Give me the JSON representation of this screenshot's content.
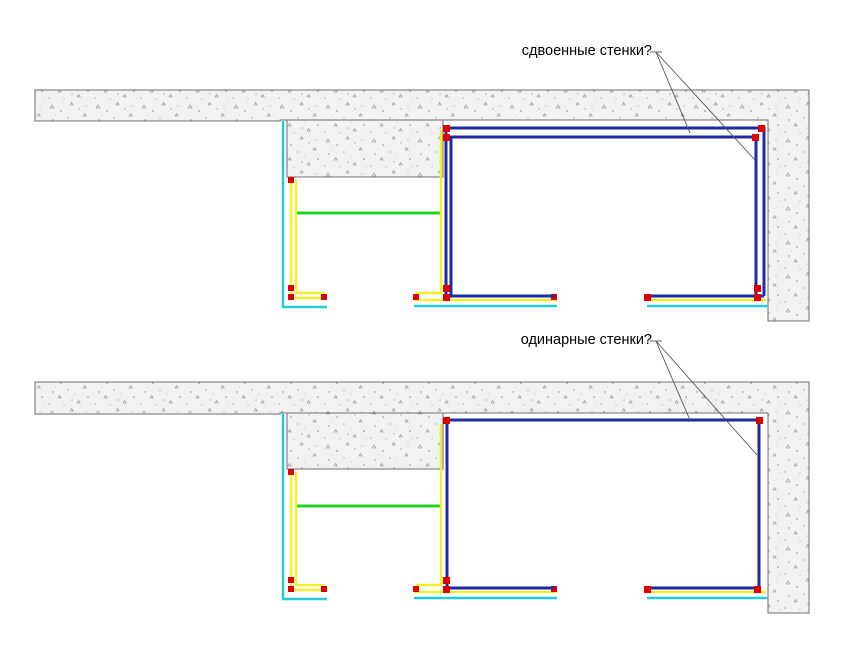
{
  "colors": {
    "concrete_outline": "#6e6e6e",
    "concrete_fill": "#f2f2f2",
    "speckle": "#8a8a8a",
    "cyan": "#22cce0",
    "yellow": "#f5ef2a",
    "blue": "#1c2aa4",
    "green": "#22d122",
    "red": "#e00000",
    "leader": "#555555",
    "text": "#000000"
  },
  "details": [
    {
      "id": "double",
      "label": "сдвоенные стенки?",
      "double_walls": true
    },
    {
      "id": "single",
      "label": "одинарные стенки?",
      "double_walls": false
    }
  ]
}
